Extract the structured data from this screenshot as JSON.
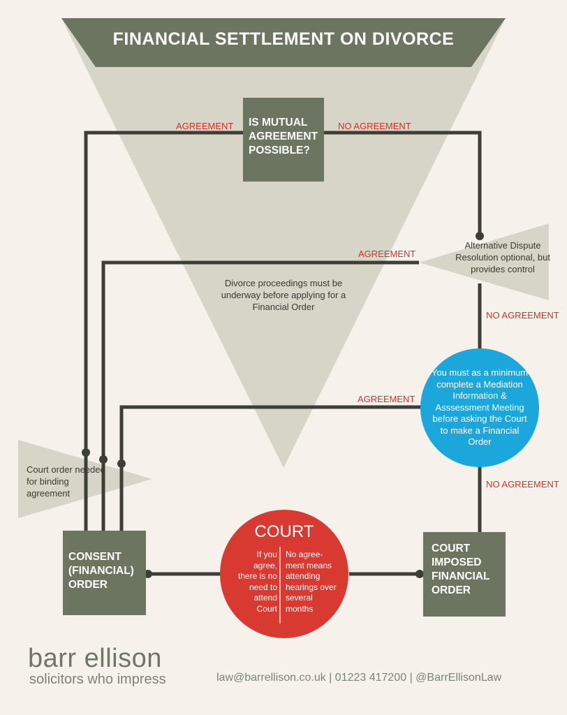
{
  "title": "FINANCIAL SETTLEMENT ON DIVORCE",
  "colors": {
    "background": "#f6f2eb",
    "box_green": "#6b7560",
    "triangle_light": "#d6d5c8",
    "line_dark": "#3e3e38",
    "court_red": "#d83a31",
    "meeting_blue": "#1ba7dc",
    "label_red": "#d0332b"
  },
  "nodes": {
    "mutual": "IS MUTUAL AGREEMENT POSSIBLE?",
    "adr": "Alternative Dispute Resolution optional, but provides control",
    "divorce_note": "Divorce proceedings must be underway before applying for a Financial Order",
    "miam": "You must as a minimum complete a Mediation Information & Asssessment Meeting before asking the Court to make a Financial Order",
    "court_order_note": "Court order needed for binding agreement",
    "consent": "CONSENT (FINANCIAL) ORDER",
    "court_title": "COURT",
    "court_left": "If you agree, there is no need to attend Court",
    "court_right": "No agree-ment means attending hearings over several months",
    "imposed": "COURT IMPOSED FINANCIAL ORDER"
  },
  "edges": {
    "agreement_top": "AGREEMENT",
    "no_agreement_top": "NO AGREEMENT",
    "agreement_adr": "AGREEMENT",
    "no_agreement_adr": "NO AGREEMENT",
    "agreement_miam": "AGREEMENT",
    "no_agreement_miam": "NO AGREEMENT"
  },
  "footer": {
    "logo": "barr ellison",
    "tagline": "solicitors who impress",
    "contact": "law@barrellison.co.uk | 01223 417200 | @BarrEllisonLaw"
  }
}
